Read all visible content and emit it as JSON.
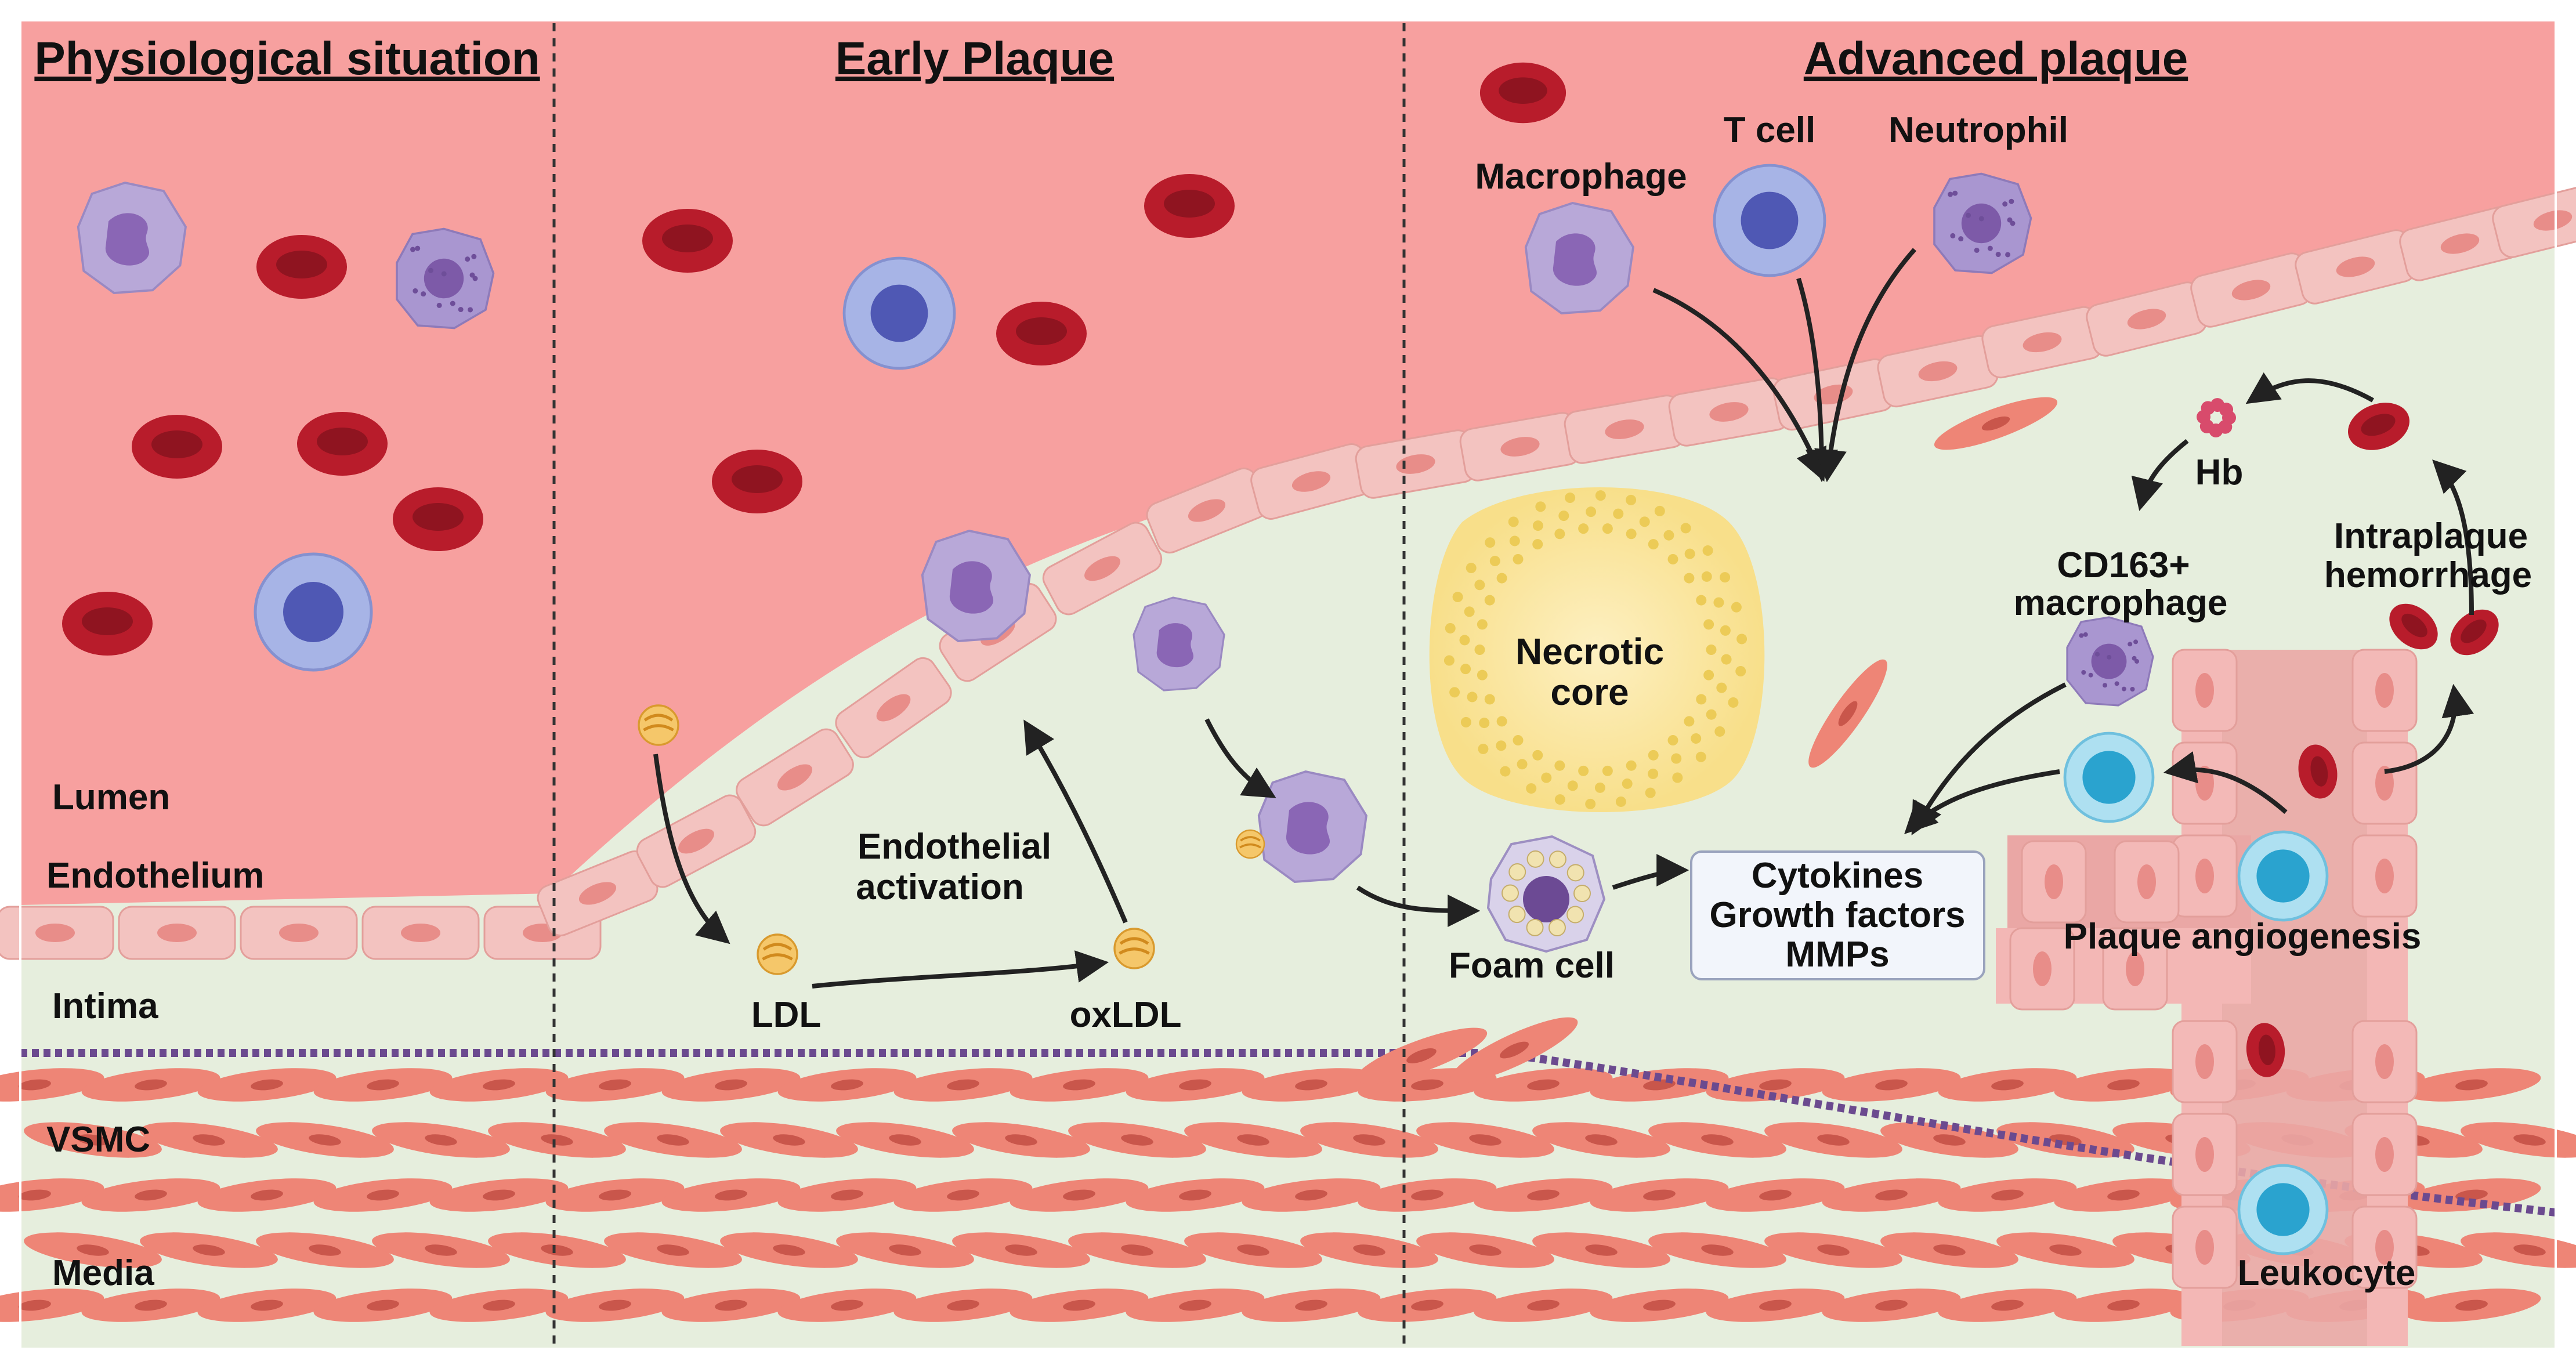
{
  "panels": {
    "physiological": "Physiological situation",
    "early": "Early Plaque",
    "advanced": "Advanced plaque"
  },
  "layers": {
    "lumen": "Lumen",
    "endothelium": "Endothelium",
    "intima": "Intima",
    "vsmc": "VSMC",
    "media": "Media"
  },
  "early_labels": {
    "endothelial_activation": [
      "Endothelial",
      "activation"
    ],
    "ldl": "LDL",
    "oxldl": "oxLDL"
  },
  "advanced_labels": {
    "macrophage": "Macrophage",
    "t_cell": "T cell",
    "neutrophil": "Neutrophil",
    "necrotic_core": [
      "Necrotic",
      "core"
    ],
    "foam_cell": "Foam cell",
    "cytokines_box": [
      "Cytokines",
      "Growth factors",
      "MMPs"
    ],
    "hb": "Hb",
    "cd163": [
      "CD163+",
      "macrophage"
    ],
    "hemorrhage": [
      "Intraplaque",
      "hemorrhage"
    ],
    "angiogenesis": "Plaque angiogenesis",
    "leukocyte": "Leukocyte"
  },
  "colors": {
    "lumen": "#f7a09f",
    "intima": "#e6eedd",
    "endothelial_cell": "#f3c3c0",
    "endothelial_nucleus": "#e88d89",
    "rbc": "#b81c2b",
    "macrophage": "#b8a8d8",
    "macrophage_nucleus": "#8a66b5",
    "t_cell": "#a7b4e6",
    "t_cell_nucleus": "#4f58b4",
    "vsmc": "#ee8576",
    "vsmc_nucleus": "#c9564b",
    "necrotic_core": "#fbe6a0",
    "leukocyte": "#2aa3cf",
    "arrow": "#222222"
  }
}
